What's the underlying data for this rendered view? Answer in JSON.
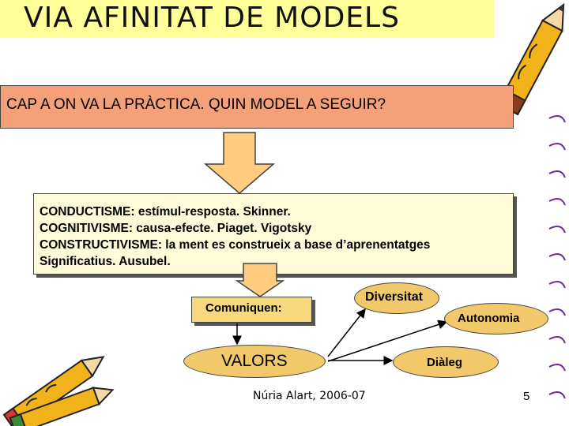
{
  "title": "VIA AFINITAT DE MODELS",
  "question": "CAP A ON VA LA PRÀCTICA.  QUIN MODEL A SEGUIR?",
  "models": [
    "CONDUCTISME: estímul-resposta. Skinner.",
    "COGNITIVISME: causa-efecte. Piaget. Vigotsky",
    "CONSTRUCTIVISME: la ment es construeix a base d’aprenentatges",
    "Significatius. Ausubel."
  ],
  "communicate_label": "Comuniquen:",
  "values_label": "VALORS",
  "value_items": {
    "diversitat": "Diversitat",
    "autonomia": "Autonomia",
    "dialeg": "Diàleg"
  },
  "footer": "Núria Alart, 2006-07",
  "page_number": "5",
  "colors": {
    "title_bg": "#ffff99",
    "question_bg": "#f4a078",
    "models_bg": "#fdfbd8",
    "oval_fill": "#f2c96a",
    "arrow_fill": "#ffcc80"
  },
  "icons": [
    "pencil-icon-top-right",
    "pencils-icon-bottom-left",
    "spiral-binding-decoration"
  ]
}
